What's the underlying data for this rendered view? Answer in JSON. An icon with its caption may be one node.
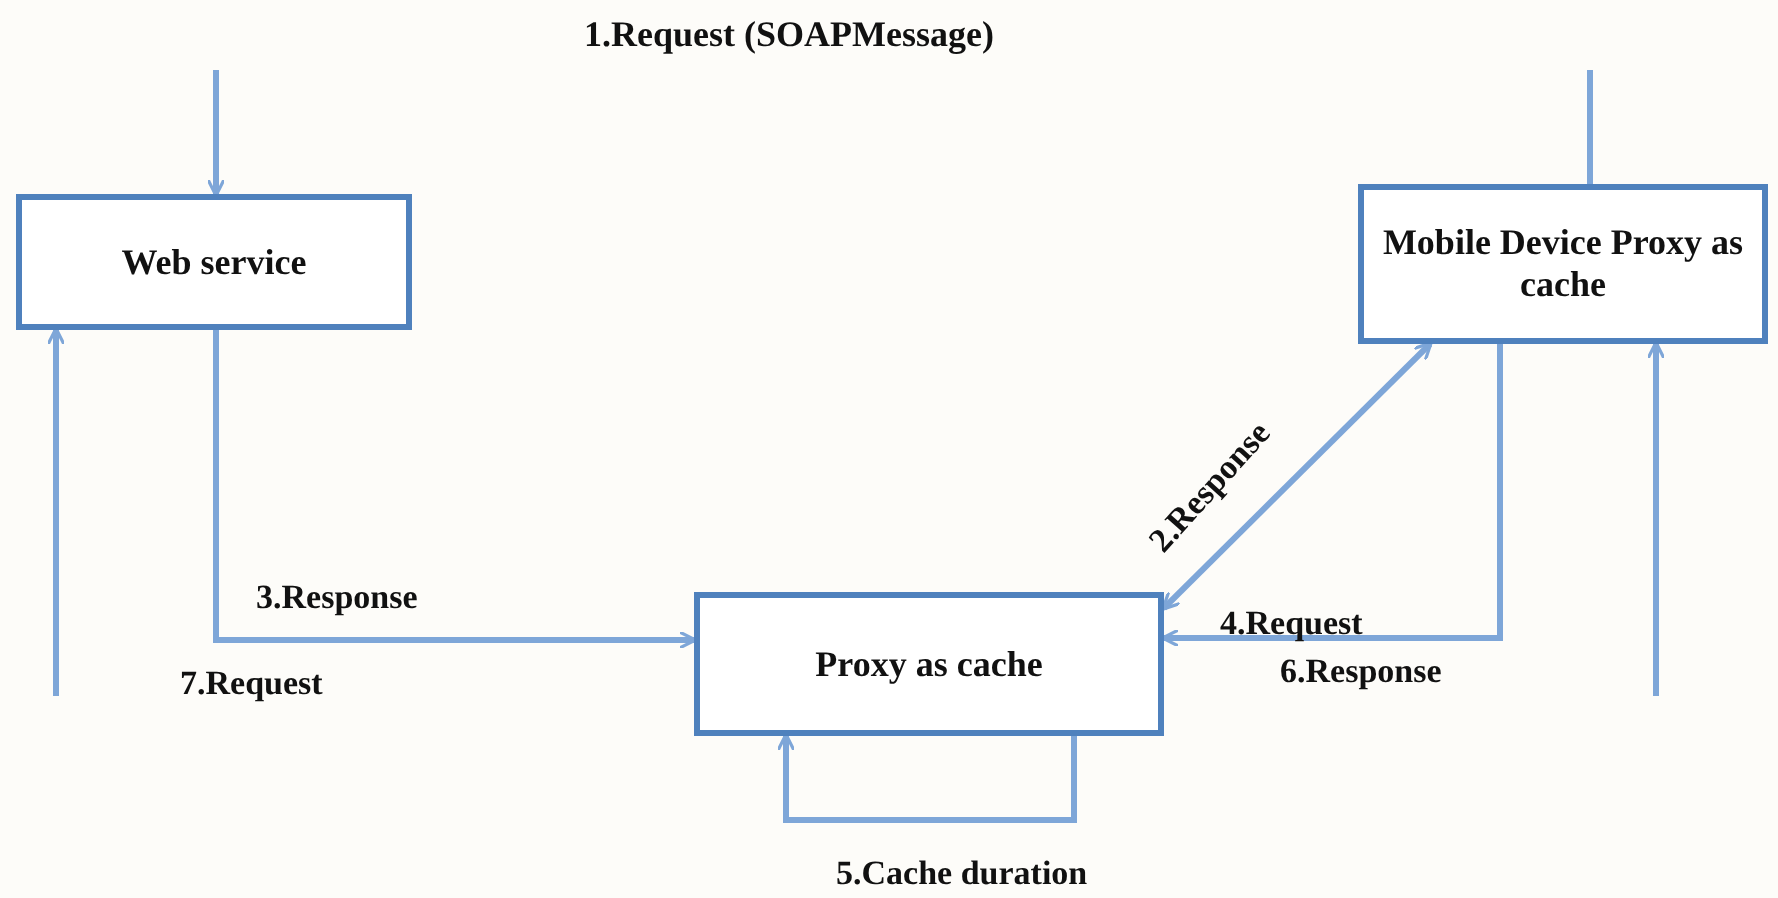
{
  "diagram": {
    "nodes": [
      {
        "text": [
          "Web service"
        ]
      },
      {
        "text": [
          "Mobile Device Proxy as cache"
        ]
      },
      {
        "text": [
          "Proxy as cache"
        ]
      }
    ],
    "edges": [
      {
        "from": null,
        "to": 0,
        "arrow": "to"
      },
      {
        "from": 1,
        "to": null,
        "arrow": "none"
      },
      {
        "from": 0,
        "to": 2,
        "arrow": "to",
        "label": "3.Response"
      },
      {
        "from": null,
        "to": 0,
        "arrow": "to"
      },
      {
        "from": 2,
        "to": 1,
        "arrow": "both",
        "label": "2.Response"
      },
      {
        "from": 1,
        "to": 2,
        "arrow": "to",
        "label": "4.Request"
      },
      {
        "from": null,
        "to": 1,
        "arrow": "to"
      },
      {
        "from": 2,
        "to": 2,
        "arrow": "to",
        "label": "5.Cache duration"
      }
    ],
    "labels": [
      "1.Request (SOAPMessage)",
      "7.Request",
      "6.Response"
    ]
  }
}
